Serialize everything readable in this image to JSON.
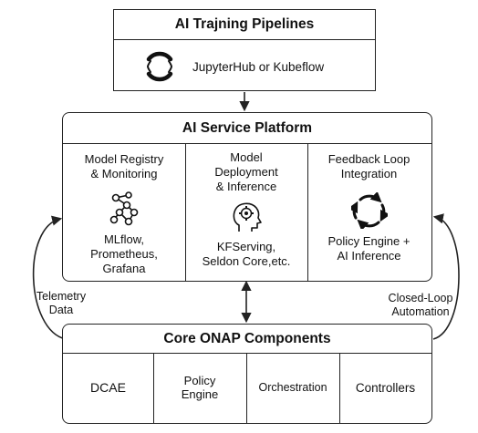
{
  "training": {
    "title": "AI Trajning Pipelines",
    "tool": "JupyterHub or Kubeflow"
  },
  "platform": {
    "title": "AI Service Platform",
    "registry": {
      "title_line1": "Model Registry",
      "title_line2": "& Monitoring",
      "tools_line1": "MLflow,",
      "tools_line2": "Prometheus,",
      "tools_line3": "Grafana"
    },
    "deployment": {
      "title_line1": "Model",
      "title_line2": "Deployment",
      "title_line3": "& Inference",
      "tools_line1": "KFServing,",
      "tools_line2": "Seldon Core,etc."
    },
    "feedback": {
      "title_line1": "Feedback Loop",
      "title_line2": "Integration",
      "tools_line1": "Policy Engine +",
      "tools_line2": "AI Inference"
    }
  },
  "onap": {
    "title": "Core ONAP Components",
    "components": {
      "dcae": "DCAE",
      "policy_line1": "Policy",
      "policy_line2": "Engine",
      "orchestration": "Orchestration",
      "controllers": "Controllers"
    }
  },
  "edges": {
    "telemetry_line1": "Telemetry",
    "telemetry_line2": "Data",
    "closed_loop_line1": "Closed-Loop",
    "closed_loop_line2": "Automation"
  },
  "icons": {
    "training": "kubeflow-icon",
    "registry": "network-nodes-icon",
    "deployment": "head-gear-icon",
    "feedback": "cycle-arrows-icon"
  },
  "colors": {
    "stroke": "#222222",
    "background": "#ffffff"
  }
}
